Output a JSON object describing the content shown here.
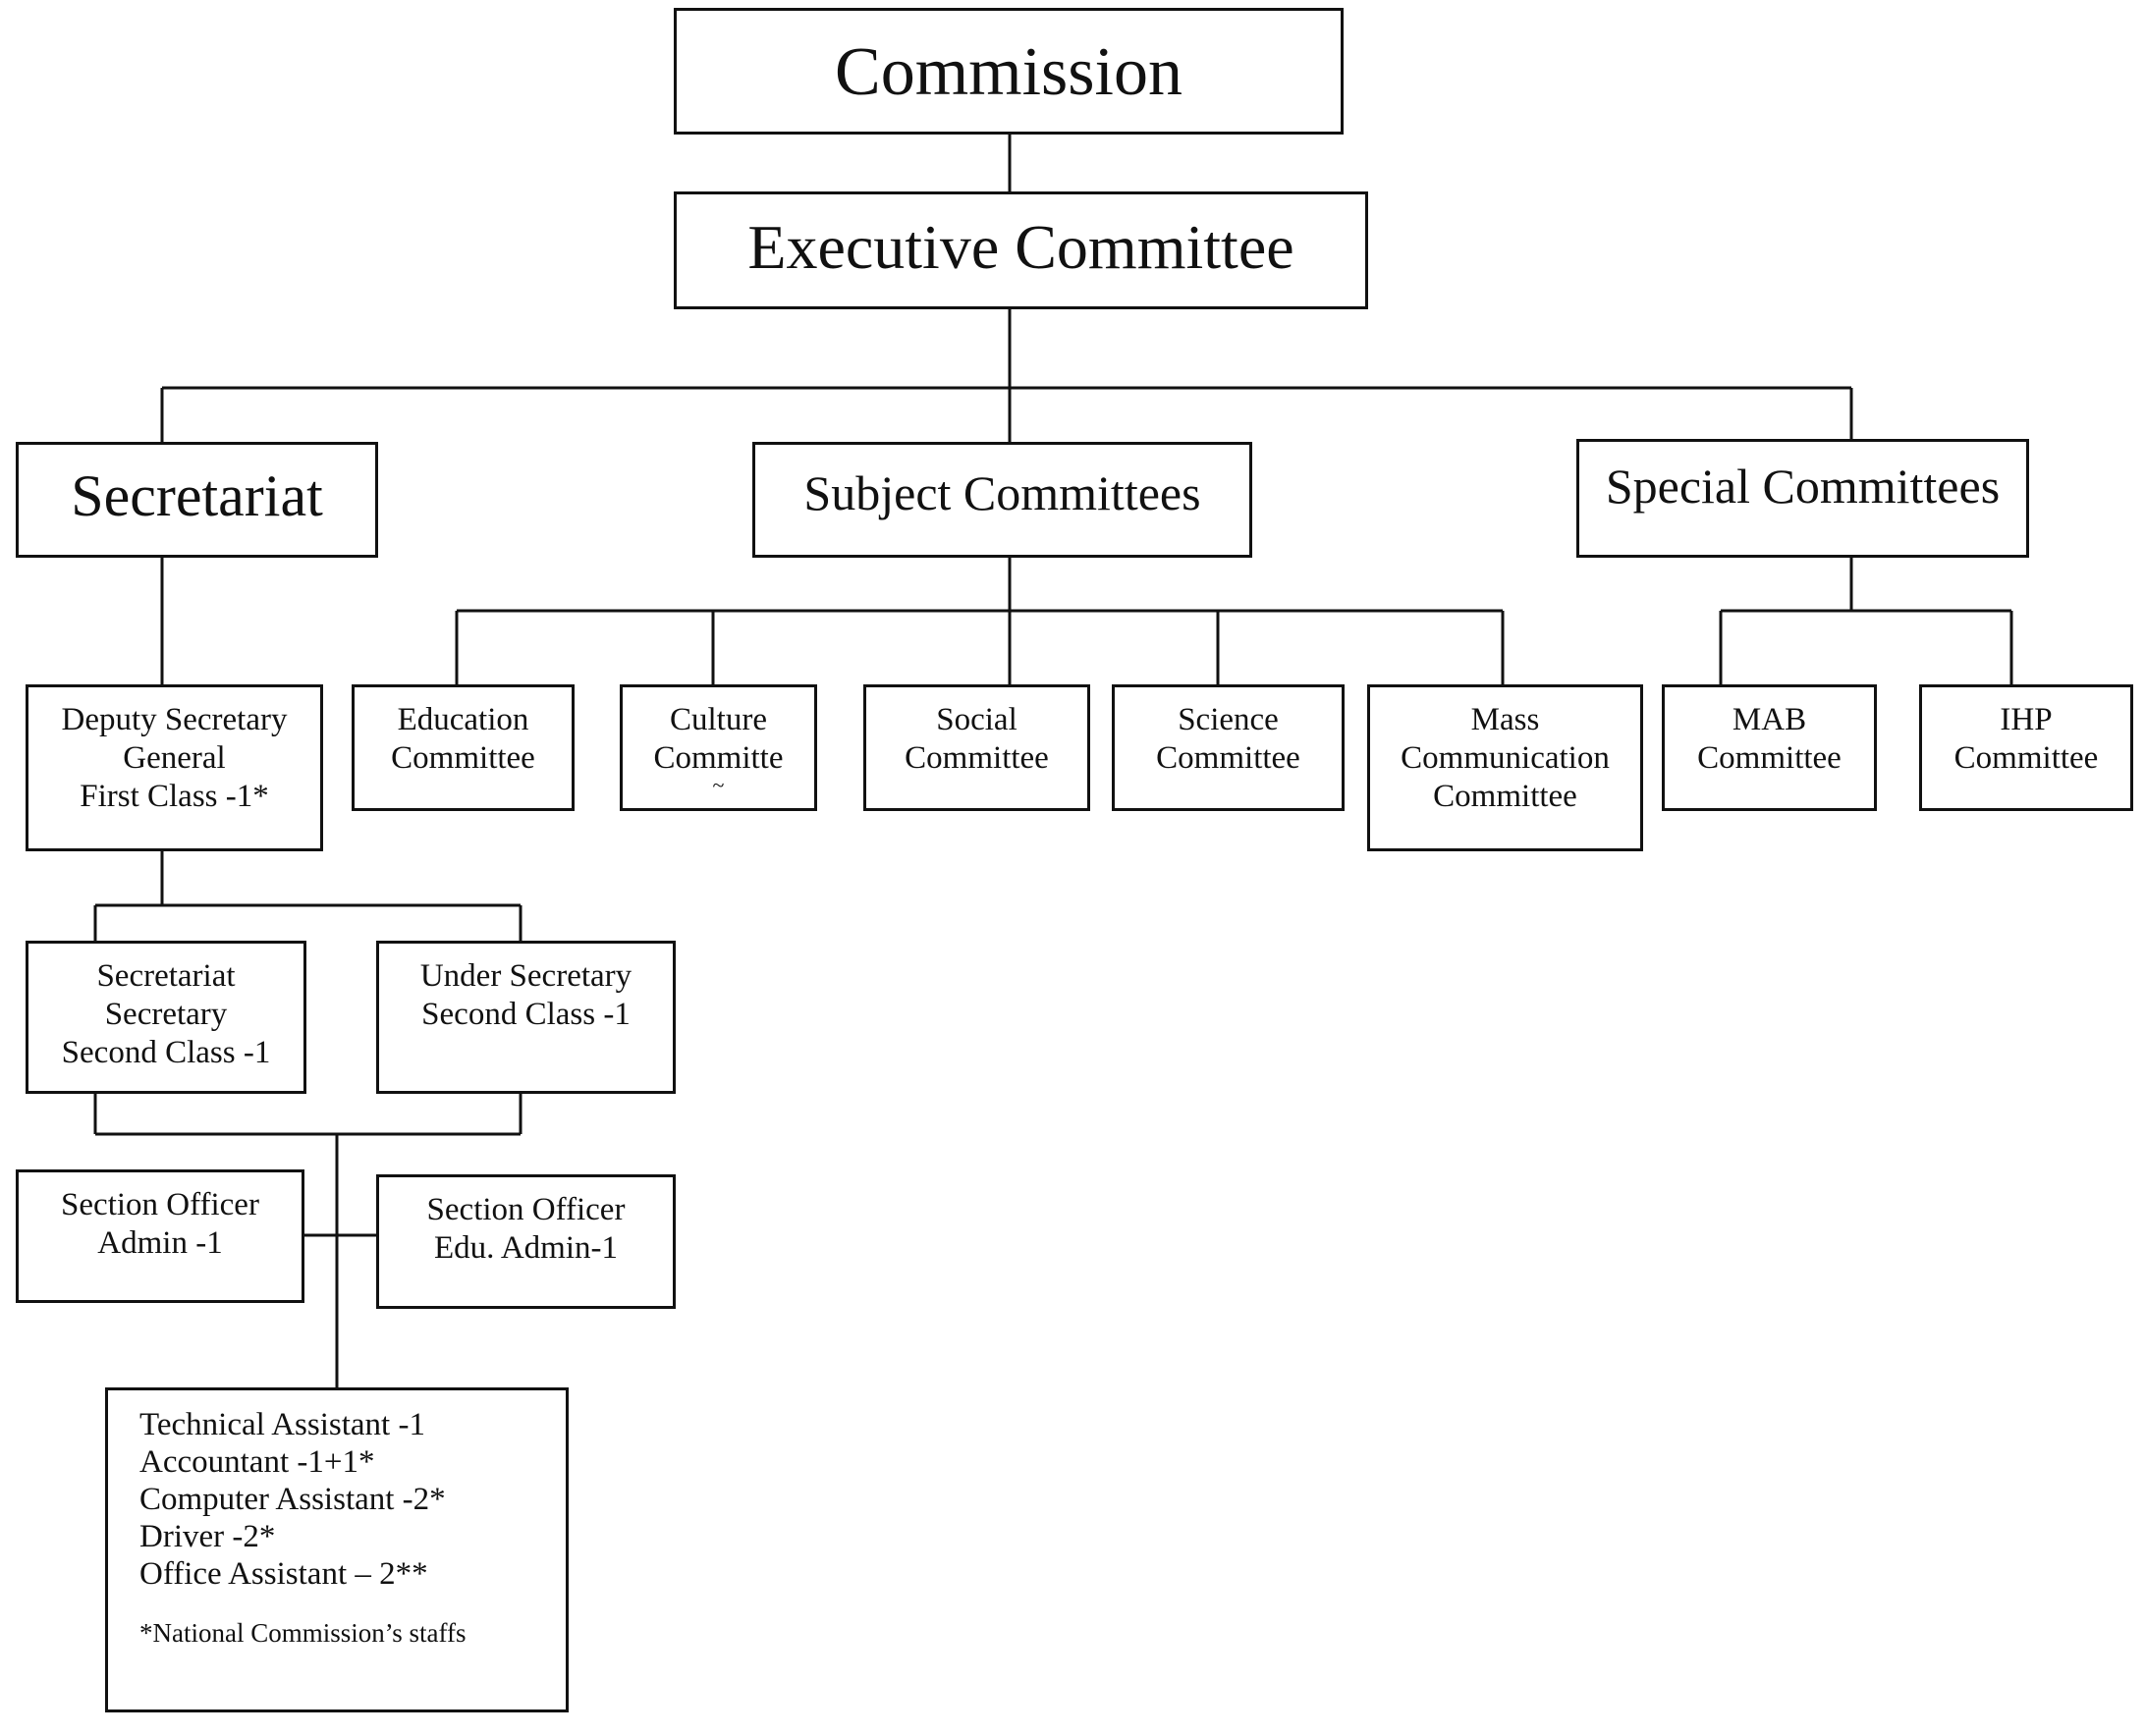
{
  "commission": "Commission",
  "executive": "Executive Committee",
  "secretariat": "Secretariat",
  "subject": "Subject Committees",
  "special": "Special Committees",
  "deputy": [
    "Deputy Secretary",
    "General",
    "First Class -1*"
  ],
  "education": [
    "Education",
    "Committee"
  ],
  "culture": [
    "Culture",
    "Committe",
    "~"
  ],
  "social": [
    "Social",
    "Committee"
  ],
  "science": [
    "Science",
    "Committee"
  ],
  "mass": [
    "Mass",
    "Communication",
    "Committee"
  ],
  "mab": [
    "MAB",
    "Committee"
  ],
  "ihp": [
    "IHP",
    "Committee"
  ],
  "secretariat_secretary": [
    "Secretariat",
    "Secretary",
    "Second Class -1"
  ],
  "under_secretary": [
    "Under Secretary",
    "Second Class -1"
  ],
  "section_admin": [
    "Section Officer",
    "Admin -1"
  ],
  "section_edu": [
    "Section Officer",
    "Edu. Admin-1"
  ],
  "staff": {
    "items": [
      "Technical Assistant -1",
      "Accountant -1+1*",
      "Computer Assistant -2*",
      "Driver -2*",
      "Office Assistant – 2**"
    ],
    "note": "*National Commission’s staffs"
  }
}
